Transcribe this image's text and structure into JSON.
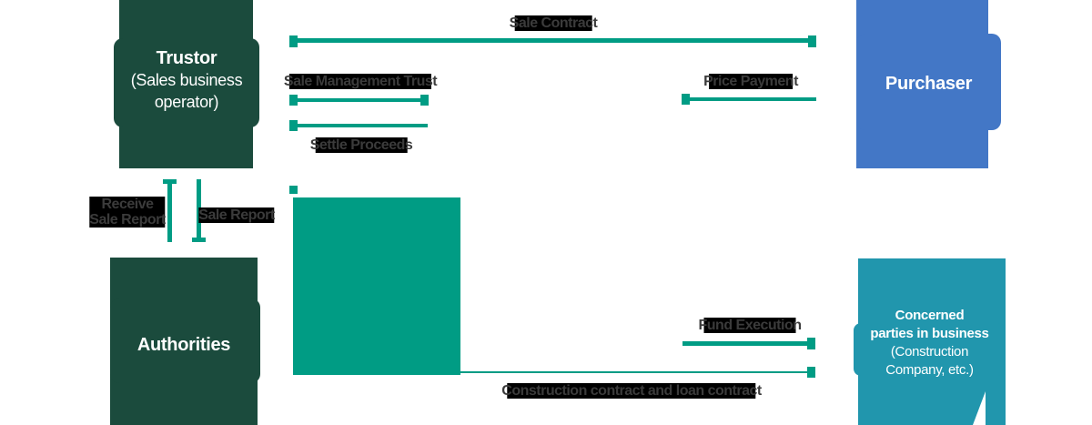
{
  "diagram": {
    "nodes": {
      "trustor": {
        "title": "Trustor",
        "subtitle_line1": "(Sales business",
        "subtitle_line2": "operator)"
      },
      "purchaser": {
        "title": "Purchaser"
      },
      "authorities": {
        "title": "Authorities"
      },
      "concerned_parties": {
        "line1": "Concerned",
        "line2": "parties in business",
        "line3": "(Construction",
        "line4": "Company, etc.)"
      }
    },
    "edges": {
      "sale_contract": "Sale Contract",
      "sale_management_trust": "Sale Management Trust",
      "settle_proceeds": "Settle Proceeds",
      "price_payment": "Price Payment",
      "receive_sale_report_line1": "Receive",
      "receive_sale_report_line2": "Sale Report",
      "sale_report": "Sale Report",
      "fund_execution": "Fund Execution",
      "construction_and_loan": "Construction contract and loan contract"
    },
    "colors": {
      "dark_green": "#1b4b3d",
      "emerald": "#009c84",
      "blue": "#4377c6",
      "teal_blue": "#2196ad",
      "label_text": "#3b3b3b",
      "label_highlight": "#000000"
    }
  }
}
